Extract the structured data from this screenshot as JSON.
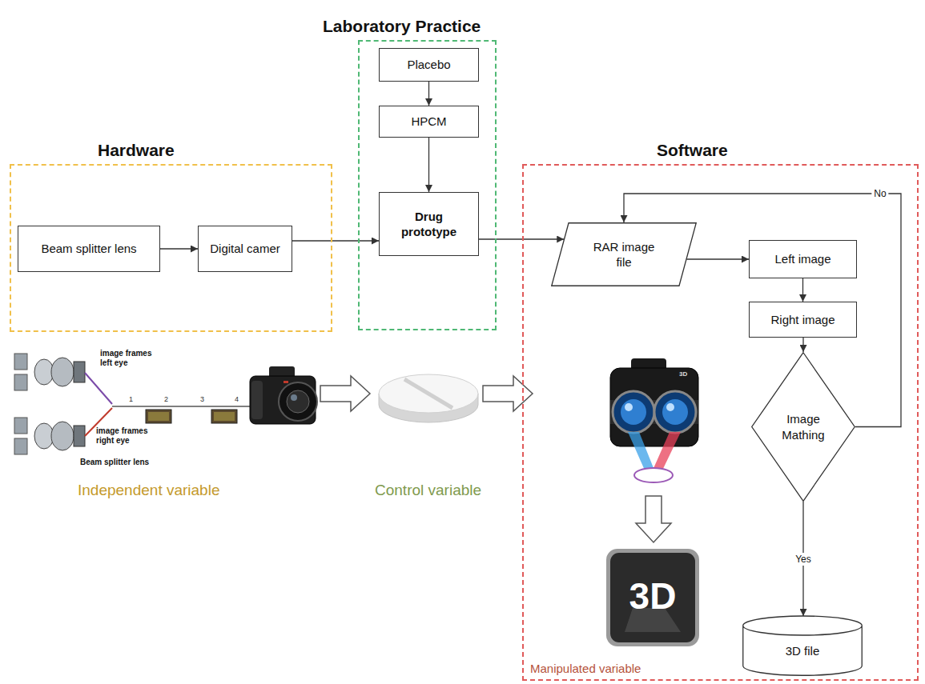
{
  "diagram": {
    "nodes": [
      {
        "text": [
          "Hardware"
        ]
      },
      {
        "text": [
          "Beam splitter lens"
        ],
        "in": 0
      },
      {
        "text": [
          "Digital camer"
        ],
        "in": 0
      },
      {
        "text": [
          "Laboratory Practice"
        ]
      },
      {
        "text": [
          "Placebo"
        ],
        "in": 3
      },
      {
        "text": [
          "HPCM"
        ],
        "in": 3
      },
      {
        "text": [
          "Drug prototype"
        ],
        "in": 3
      },
      {
        "text": [
          "Software"
        ]
      },
      {
        "text": [
          "RAR image file"
        ],
        "in": 7
      },
      {
        "text": [
          "Left image"
        ],
        "in": 7
      },
      {
        "text": [
          "Right image"
        ],
        "in": 7
      },
      {
        "text": [
          "Image Mathing"
        ],
        "in": 7
      },
      {
        "text": [
          "3D file"
        ],
        "in": 7
      }
    ],
    "edges": [
      {
        "from": 1,
        "to": 2,
        "arrow": "to"
      },
      {
        "from": 2,
        "to": 6,
        "arrow": "to"
      },
      {
        "from": 4,
        "to": 5,
        "arrow": "to"
      },
      {
        "from": 5,
        "to": 6,
        "arrow": "to"
      },
      {
        "from": 6,
        "to": 8,
        "arrow": "to"
      },
      {
        "from": 8,
        "to": 9,
        "arrow": "to"
      },
      {
        "from": 9,
        "to": 10,
        "arrow": "to"
      },
      {
        "from": 10,
        "to": 11,
        "arrow": "to"
      },
      {
        "from": 11,
        "to": 12,
        "label": "Yes",
        "arrow": "to"
      },
      {
        "from": 11,
        "to": 8,
        "label": "No",
        "arrow": "to"
      }
    ],
    "labels": [
      "image frames left eye",
      "image frames right eye",
      "Beam splitter lens",
      "1",
      "2",
      "3",
      "4",
      "Independent variable",
      "Control variable",
      "3D",
      "3D",
      "Manipulated variable"
    ]
  }
}
